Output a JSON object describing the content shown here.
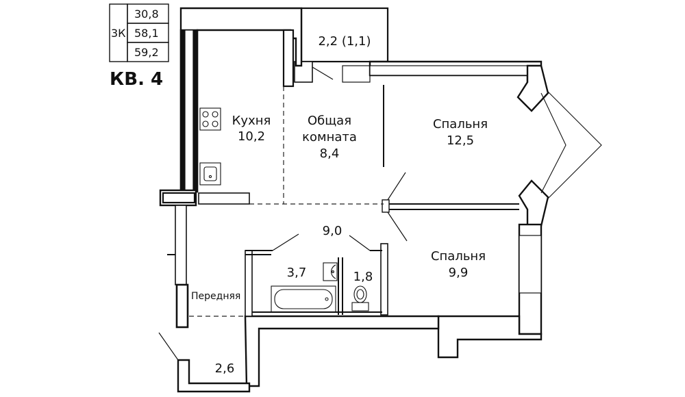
{
  "apartment": {
    "title": "КВ. 4",
    "type": "3К",
    "areas": [
      "30,8",
      "58,1",
      "59,2"
    ]
  },
  "rooms": {
    "kitchen_name": "Кухня",
    "kitchen_area": "10,2",
    "living_name_1": "Общая",
    "living_name_2": "комната",
    "living_area": "8,4",
    "bedroom1_name": "Спальня",
    "bedroom1_area": "12,5",
    "bedroom2_name": "Спальня",
    "bedroom2_area": "9,9",
    "corridor_area": "9,0",
    "bathroom_area": "3,7",
    "wc_area": "1,8",
    "hall_name": "Передняя",
    "hall_area": "2,6",
    "balcony_area": "2,2 (1,1)"
  }
}
